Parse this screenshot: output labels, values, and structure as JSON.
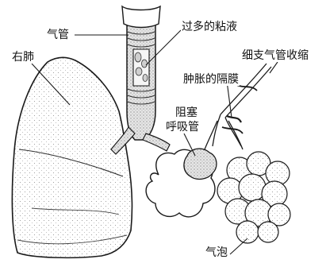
{
  "labels": {
    "trachea": "气管",
    "excess_mucus": "过多的粘液",
    "right_lung": "右肺",
    "bronchiole_constriction": "细支气管收缩",
    "swollen_membrane": "肿胀的隔膜",
    "blocked_bronchiole_line1": "阻塞",
    "blocked_bronchiole_line2": "呼吸管",
    "alveoli": "气泡"
  },
  "colors": {
    "ink": "#1a1a1a",
    "shade": "#cfcfcf",
    "light_shade": "#ededed",
    "background": "#ffffff"
  }
}
